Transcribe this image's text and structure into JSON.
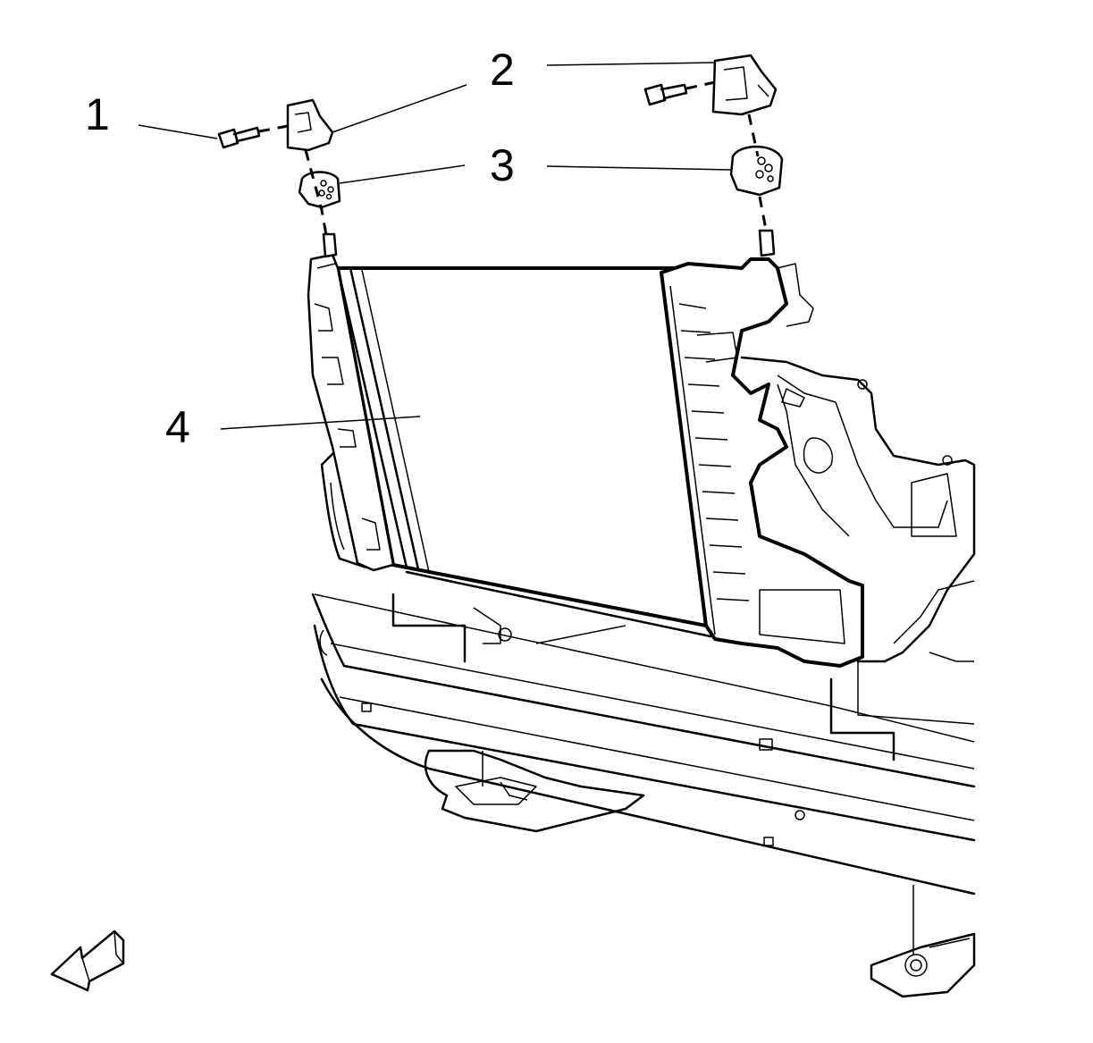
{
  "callouts": {
    "c1": "1",
    "c2": "2",
    "c3": "3",
    "c4": "4"
  },
  "orientation_arrow": "front-direction-arrow-icon",
  "colors": {
    "line": "#000000",
    "background": "#ffffff"
  }
}
